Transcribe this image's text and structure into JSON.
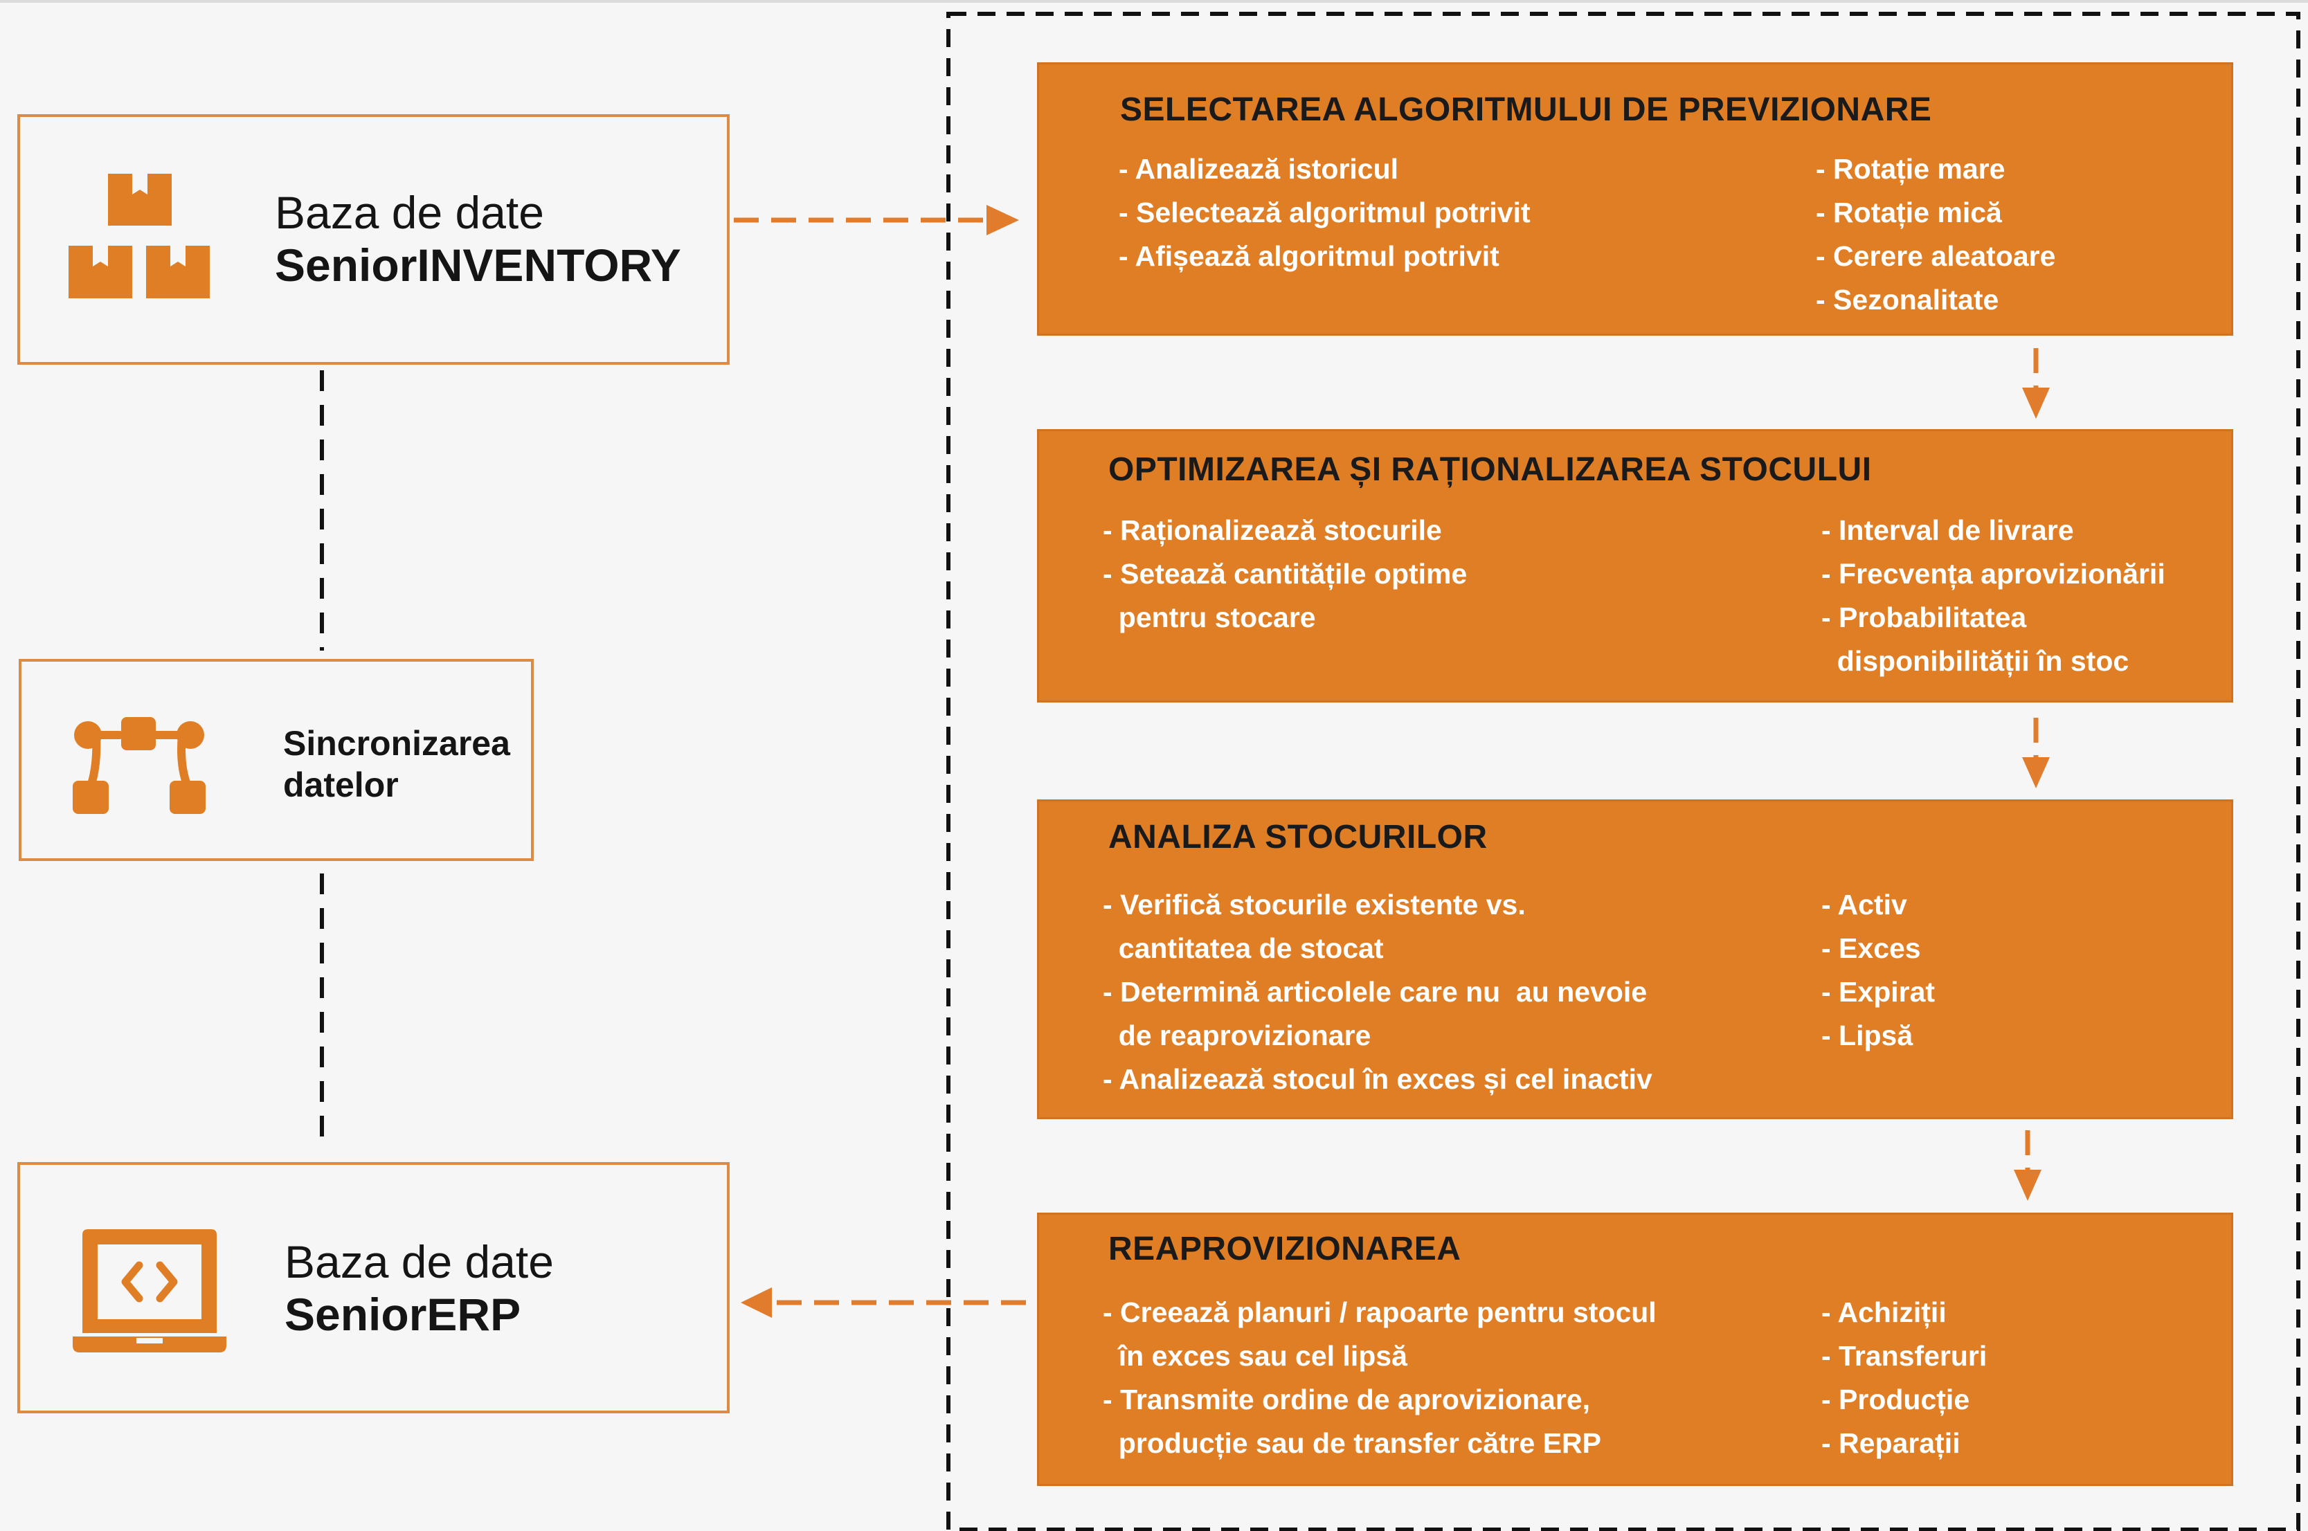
{
  "colors": {
    "accent": "#df7e24",
    "border": "#dd8a45",
    "background": "#f6f6f6",
    "text": "#151515",
    "arrow": "#e07c2c"
  },
  "databases": {
    "inventory": {
      "label": "Baza de date",
      "name": "SeniorINVENTORY",
      "icon": "boxes-icon"
    },
    "erp": {
      "label": "Baza de date",
      "name": "SeniorERP",
      "icon": "laptop-code-icon"
    }
  },
  "sync": {
    "line1": "Sincronizarea",
    "line2": "datelor",
    "icon": "sync-nodes-icon"
  },
  "steps": [
    {
      "title": "SELECTAREA ALGORITMULUI DE PREVIZIONARE",
      "left": [
        "- Analizează istoricul",
        "- Selectează algoritmul potrivit",
        "- Afișează algoritmul potrivit"
      ],
      "right": [
        "- Rotație mare",
        "- Rotație mică",
        "- Cerere aleatoare",
        "- Sezonalitate"
      ]
    },
    {
      "title": "OPTIMIZAREA ȘI RAȚIONALIZAREA STOCULUI",
      "left": [
        "- Raționalizează stocurile",
        "- Setează cantitățile optime",
        "  pentru stocare"
      ],
      "right": [
        "- Interval de livrare",
        "- Frecvența aprovizionării",
        "- Probabilitatea",
        "  disponibilității în stoc"
      ]
    },
    {
      "title": "ANALIZA STOCURILOR",
      "left": [
        "- Verifică stocurile existente vs.",
        "  cantitatea de stocat",
        "- Determină articolele care nu  au nevoie",
        "  de reaprovizionare",
        "- Analizează stocul în exces și cel inactiv"
      ],
      "right": [
        "- Activ",
        "- Exces",
        "- Expirat",
        "- Lipsă"
      ]
    },
    {
      "title": "REAPROVIZIONAREA",
      "left": [
        "- Creează planuri / rapoarte pentru stocul",
        "  în exces sau cel lipsă",
        "- Transmite ordine de aprovizionare,",
        "  producție sau de transfer către ERP"
      ],
      "right": [
        "- Achiziții",
        "- Transferuri",
        "- Producție",
        "- Reparații"
      ]
    }
  ]
}
